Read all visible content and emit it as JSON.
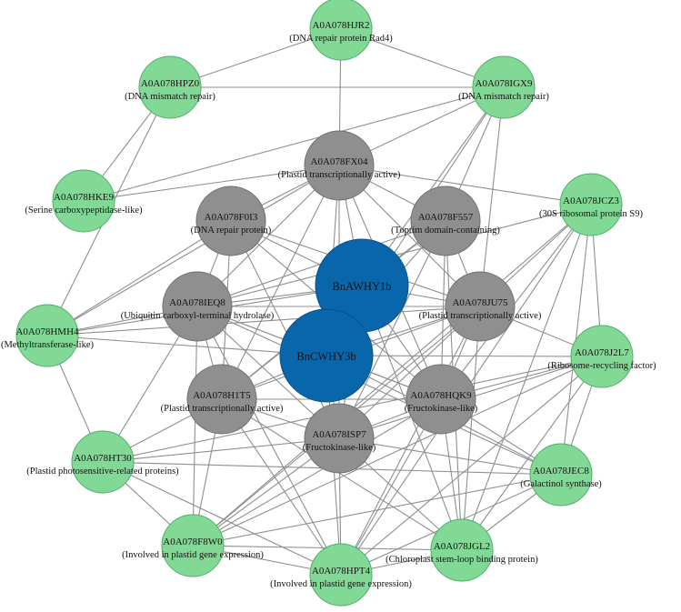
{
  "colors": {
    "peripheral_fill": "#82d996",
    "peripheral_stroke": "#4fae66",
    "core_fill": "#8f8f8f",
    "core_stroke": "#6f6f6f",
    "hub_fill": "#0a66ab",
    "hub_stroke": "#07528b",
    "edge": "#8f8f8f"
  },
  "nodes": [
    {
      "key": "HJR2",
      "id": "A0A078HJR2",
      "desc": "(DNA repair protein Rad4)",
      "kind": "peripheral"
    },
    {
      "key": "HPZ0",
      "id": "A0A078HPZ0",
      "desc": "(DNA mismatch repair)",
      "kind": "peripheral"
    },
    {
      "key": "IGX9",
      "id": "A0A078IGX9",
      "desc": "(DNA mismatch repair)",
      "kind": "peripheral"
    },
    {
      "key": "HKE9",
      "id": "A0A078HKE9",
      "desc": "(Serine carboxypeptidase-like)",
      "kind": "peripheral"
    },
    {
      "key": "JCZ3",
      "id": "A0A078JCZ3",
      "desc": "(30S ribosomal protein S9)",
      "kind": "peripheral"
    },
    {
      "key": "HMH4",
      "id": "A0A078HMH4",
      "desc": "(Methyltransferase-like)",
      "kind": "peripheral"
    },
    {
      "key": "J2L7",
      "id": "A0A078J2L7",
      "desc": "(Ribosome-recycling factor)",
      "kind": "peripheral"
    },
    {
      "key": "HT30",
      "id": "A0A078HT30",
      "desc": "(Plastid photosensitive-related proteins)",
      "kind": "peripheral"
    },
    {
      "key": "JEC8",
      "id": "A0A078JEC8",
      "desc": "(Galactinol synthase)",
      "kind": "peripheral"
    },
    {
      "key": "F8W0",
      "id": "A0A078F8W0",
      "desc": "(Involved in plastid gene expression)",
      "kind": "peripheral"
    },
    {
      "key": "JGL2",
      "id": "A0A078JGL2",
      "desc": "(Chloroplast stem-loop binding protein)",
      "kind": "peripheral"
    },
    {
      "key": "HPT4",
      "id": "A0A078HPT4",
      "desc": "(Involved in plastid gene expression)",
      "kind": "peripheral"
    },
    {
      "key": "FX04",
      "id": "A0A078FX04",
      "desc": "(Plastid transcriptionally active)",
      "kind": "core"
    },
    {
      "key": "F0I3",
      "id": "A0A078F0I3",
      "desc": "(DNA repair protein)",
      "kind": "core"
    },
    {
      "key": "F557",
      "id": "A0A078F557",
      "desc": "(Toprim domain-containing)",
      "kind": "core"
    },
    {
      "key": "IEQ8",
      "id": "A0A078IEQ8",
      "desc": "(Ubiquitin carboxyl-terminal hydrolase)",
      "kind": "core"
    },
    {
      "key": "JU75",
      "id": "A0A078JU75",
      "desc": "(Plastid transcriptionally active)",
      "kind": "core"
    },
    {
      "key": "H1T5",
      "id": "A0A078H1T5",
      "desc": "(Plastid transcriptionally active)",
      "kind": "core"
    },
    {
      "key": "HQK9",
      "id": "A0A078HQK9",
      "desc": "(Fructokinase-like)",
      "kind": "core"
    },
    {
      "key": "ISP7",
      "id": "A0A078ISP7",
      "desc": "(Fructokinase-like)",
      "kind": "core"
    },
    {
      "key": "AWHY1b",
      "id": "BnAWHY1b",
      "desc": "",
      "kind": "hub"
    },
    {
      "key": "CWHY3b",
      "id": "BnCWHY3b",
      "desc": "",
      "kind": "hub"
    }
  ],
  "edges": [
    [
      "HJR2",
      "HPZ0"
    ],
    [
      "HJR2",
      "IGX9"
    ],
    [
      "HJR2",
      "FX04"
    ],
    [
      "HPZ0",
      "IGX9"
    ],
    [
      "HPZ0",
      "HKE9"
    ],
    [
      "HPZ0",
      "HMH4"
    ],
    [
      "IGX9",
      "HKE9"
    ],
    [
      "IGX9",
      "FX04"
    ],
    [
      "IGX9",
      "F557"
    ],
    [
      "IGX9",
      "AWHY1b"
    ],
    [
      "IGX9",
      "CWHY3b"
    ],
    [
      "IGX9",
      "JU75"
    ],
    [
      "HKE9",
      "FX04"
    ],
    [
      "FX04",
      "JCZ3"
    ],
    [
      "FX04",
      "F0I3"
    ],
    [
      "FX04",
      "F557"
    ],
    [
      "FX04",
      "IEQ8"
    ],
    [
      "FX04",
      "AWHY1b"
    ],
    [
      "FX04",
      "CWHY3b"
    ],
    [
      "FX04",
      "H1T5"
    ],
    [
      "FX04",
      "ISP7"
    ],
    [
      "FX04",
      "HQK9"
    ],
    [
      "FX04",
      "JU75"
    ],
    [
      "FX04",
      "HMH4"
    ],
    [
      "F0I3",
      "HMH4"
    ],
    [
      "F0I3",
      "AWHY1b"
    ],
    [
      "F0I3",
      "JU75"
    ],
    [
      "F0I3",
      "IEQ8"
    ],
    [
      "F0I3",
      "ISP7"
    ],
    [
      "F0I3",
      "HQK9"
    ],
    [
      "F0I3",
      "H1T5"
    ],
    [
      "F557",
      "AWHY1b"
    ],
    [
      "F557",
      "CWHY3b"
    ],
    [
      "F557",
      "JU75"
    ],
    [
      "F557",
      "IEQ8"
    ],
    [
      "F557",
      "HQK9"
    ],
    [
      "F557",
      "H1T5"
    ],
    [
      "F557",
      "ISP7"
    ],
    [
      "F557",
      "JGL2"
    ],
    [
      "JCZ3",
      "IEQ8"
    ],
    [
      "JCZ3",
      "JU75"
    ],
    [
      "JCZ3",
      "HQK9"
    ],
    [
      "JCZ3",
      "J2L7"
    ],
    [
      "JCZ3",
      "JEC8"
    ],
    [
      "JCZ3",
      "F8W0"
    ],
    [
      "JCZ3",
      "HPT4"
    ],
    [
      "JCZ3",
      "JGL2"
    ],
    [
      "HMH4",
      "IEQ8"
    ],
    [
      "HMH4",
      "AWHY1b"
    ],
    [
      "HMH4",
      "CWHY3b"
    ],
    [
      "HMH4",
      "JU75"
    ],
    [
      "HMH4",
      "HT30"
    ],
    [
      "IEQ8",
      "AWHY1b"
    ],
    [
      "IEQ8",
      "CWHY3b"
    ],
    [
      "IEQ8",
      "JU75"
    ],
    [
      "IEQ8",
      "H1T5"
    ],
    [
      "IEQ8",
      "ISP7"
    ],
    [
      "IEQ8",
      "HQK9"
    ],
    [
      "IEQ8",
      "HT30"
    ],
    [
      "IEQ8",
      "F8W0"
    ],
    [
      "IEQ8",
      "HPT4"
    ],
    [
      "IEQ8",
      "JEC8"
    ],
    [
      "AWHY1b",
      "CWHY3b"
    ],
    [
      "AWHY1b",
      "JU75"
    ],
    [
      "AWHY1b",
      "HQK9"
    ],
    [
      "AWHY1b",
      "ISP7"
    ],
    [
      "AWHY1b",
      "H1T5"
    ],
    [
      "AWHY1b",
      "JGL2"
    ],
    [
      "CWHY3b",
      "JU75"
    ],
    [
      "CWHY3b",
      "HQK9"
    ],
    [
      "CWHY3b",
      "ISP7"
    ],
    [
      "CWHY3b",
      "H1T5"
    ],
    [
      "CWHY3b",
      "J2L7"
    ],
    [
      "CWHY3b",
      "JEC8"
    ],
    [
      "CWHY3b",
      "HPT4"
    ],
    [
      "JU75",
      "J2L7"
    ],
    [
      "JU75",
      "HQK9"
    ],
    [
      "JU75",
      "ISP7"
    ],
    [
      "JU75",
      "H1T5"
    ],
    [
      "JU75",
      "JGL2"
    ],
    [
      "JU75",
      "HPT4"
    ],
    [
      "JU75",
      "F8W0"
    ],
    [
      "H1T5",
      "ISP7"
    ],
    [
      "H1T5",
      "HQK9"
    ],
    [
      "H1T5",
      "HT30"
    ],
    [
      "H1T5",
      "F8W0"
    ],
    [
      "H1T5",
      "HPT4"
    ],
    [
      "H1T5",
      "JGL2"
    ],
    [
      "HQK9",
      "ISP7"
    ],
    [
      "HQK9",
      "J2L7"
    ],
    [
      "HQK9",
      "JEC8"
    ],
    [
      "HQK9",
      "JGL2"
    ],
    [
      "HQK9",
      "HPT4"
    ],
    [
      "HQK9",
      "F8W0"
    ],
    [
      "ISP7",
      "HT30"
    ],
    [
      "ISP7",
      "JEC8"
    ],
    [
      "ISP7",
      "F8W0"
    ],
    [
      "ISP7",
      "HPT4"
    ],
    [
      "ISP7",
      "JGL2"
    ],
    [
      "ISP7",
      "J2L7"
    ],
    [
      "J2L7",
      "JEC8"
    ],
    [
      "J2L7",
      "HT30"
    ],
    [
      "J2L7",
      "JGL2"
    ],
    [
      "J2L7",
      "F8W0"
    ],
    [
      "J2L7",
      "HPT4"
    ],
    [
      "HT30",
      "F8W0"
    ],
    [
      "HT30",
      "HPT4"
    ],
    [
      "HT30",
      "JEC8"
    ],
    [
      "JEC8",
      "F8W0"
    ],
    [
      "JEC8",
      "HPT4"
    ],
    [
      "JEC8",
      "JGL2"
    ],
    [
      "F8W0",
      "HPT4"
    ],
    [
      "F8W0",
      "JGL2"
    ],
    [
      "HPT4",
      "JGL2"
    ]
  ]
}
